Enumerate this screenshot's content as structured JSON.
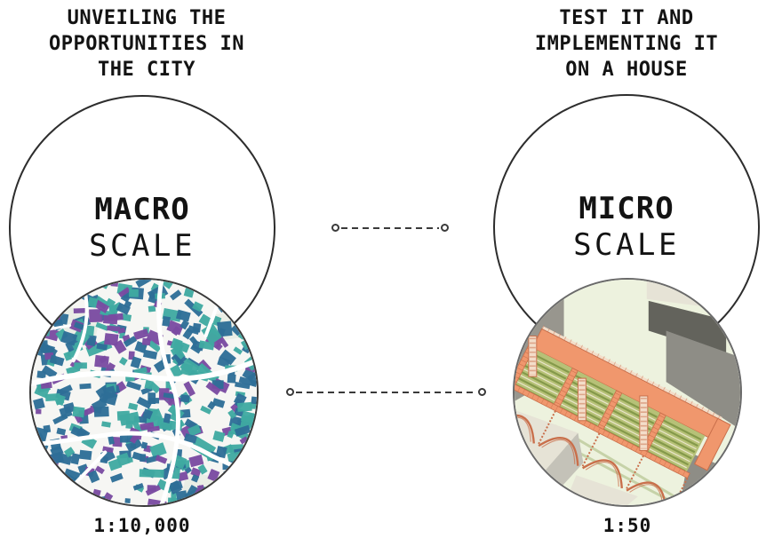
{
  "macro": {
    "title": "UNVEILING THE\nOPPORTUNITIES IN\nTHE CITY",
    "label_primary": "MACRO",
    "label_secondary": "SCALE",
    "ratio": "1:10,000",
    "image": "city-buildings-opportunity-map"
  },
  "micro": {
    "title": "TEST IT AND\nIMPLEMENTING IT\nON A HOUSE",
    "label_primary": "MICRO",
    "label_secondary": "SCALE",
    "ratio": "1:50",
    "image": "house-green-roof-3d-render"
  },
  "colors": {
    "text": "#131313",
    "outline": "#2d2d2d",
    "connector": "#3a3a3a",
    "map": {
      "bg": "#f6f6f3",
      "street": "#ffffff",
      "park": "#eaeee6",
      "blue": "#2e6e97",
      "teal": "#3faaa1",
      "purple": "#7a4ba1",
      "border": "#3a3a3a"
    },
    "render": {
      "bg": "#edf2de",
      "stripe": "#c6d2a8",
      "beige": "#e6e3d6",
      "grayLight": "#c4c2b8",
      "grayMid": "#98968e",
      "grayDark": "#63635c",
      "wall": "#8e8d86",
      "salmon": "#f0976d",
      "salmonDark": "#c96f4b",
      "terrace": "#b6c177",
      "row": "#84994a",
      "rowLight": "#ebe6cd",
      "lattice": "#f3ddc9",
      "border": "#6a6a6a"
    }
  }
}
